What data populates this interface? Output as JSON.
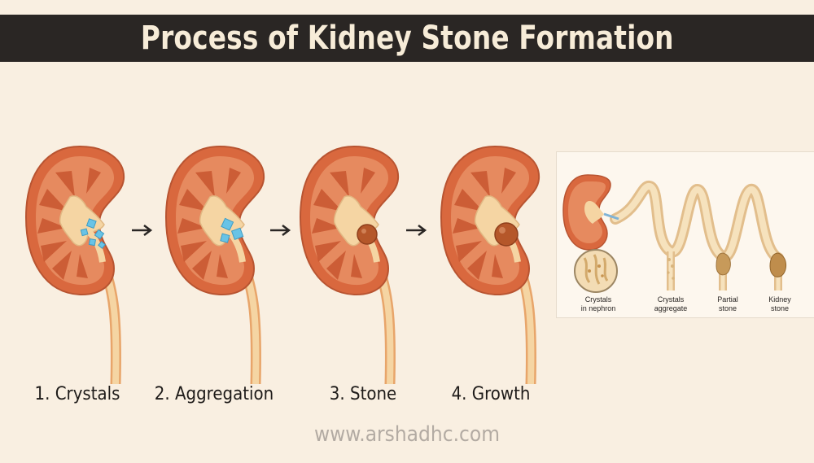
{
  "title": "Process of Kidney Stone Formation",
  "stages": [
    {
      "label": "1. Crystals"
    },
    {
      "label": "2. Aggregation"
    },
    {
      "label": "3. Stone"
    },
    {
      "label": "4. Growth"
    }
  ],
  "panel": {
    "labels": [
      {
        "line1": "Crystals",
        "line2": "in nephron"
      },
      {
        "line1": "Crystals",
        "line2": "aggregate"
      },
      {
        "line1": "Partial",
        "line2": "stone"
      },
      {
        "line1": "Kidney",
        "line2": "stone"
      }
    ]
  },
  "website": "www.arshadhc.com",
  "colors": {
    "background": "#f9efe1",
    "title_bar": "#2a2624",
    "kidney_outer": "#d9683e",
    "kidney_inner": "#e68a5f",
    "pelvis": "#f5d5a3",
    "crystal": "#69c3e6",
    "stone": "#b5572a",
    "arrow": "#2a2624"
  }
}
